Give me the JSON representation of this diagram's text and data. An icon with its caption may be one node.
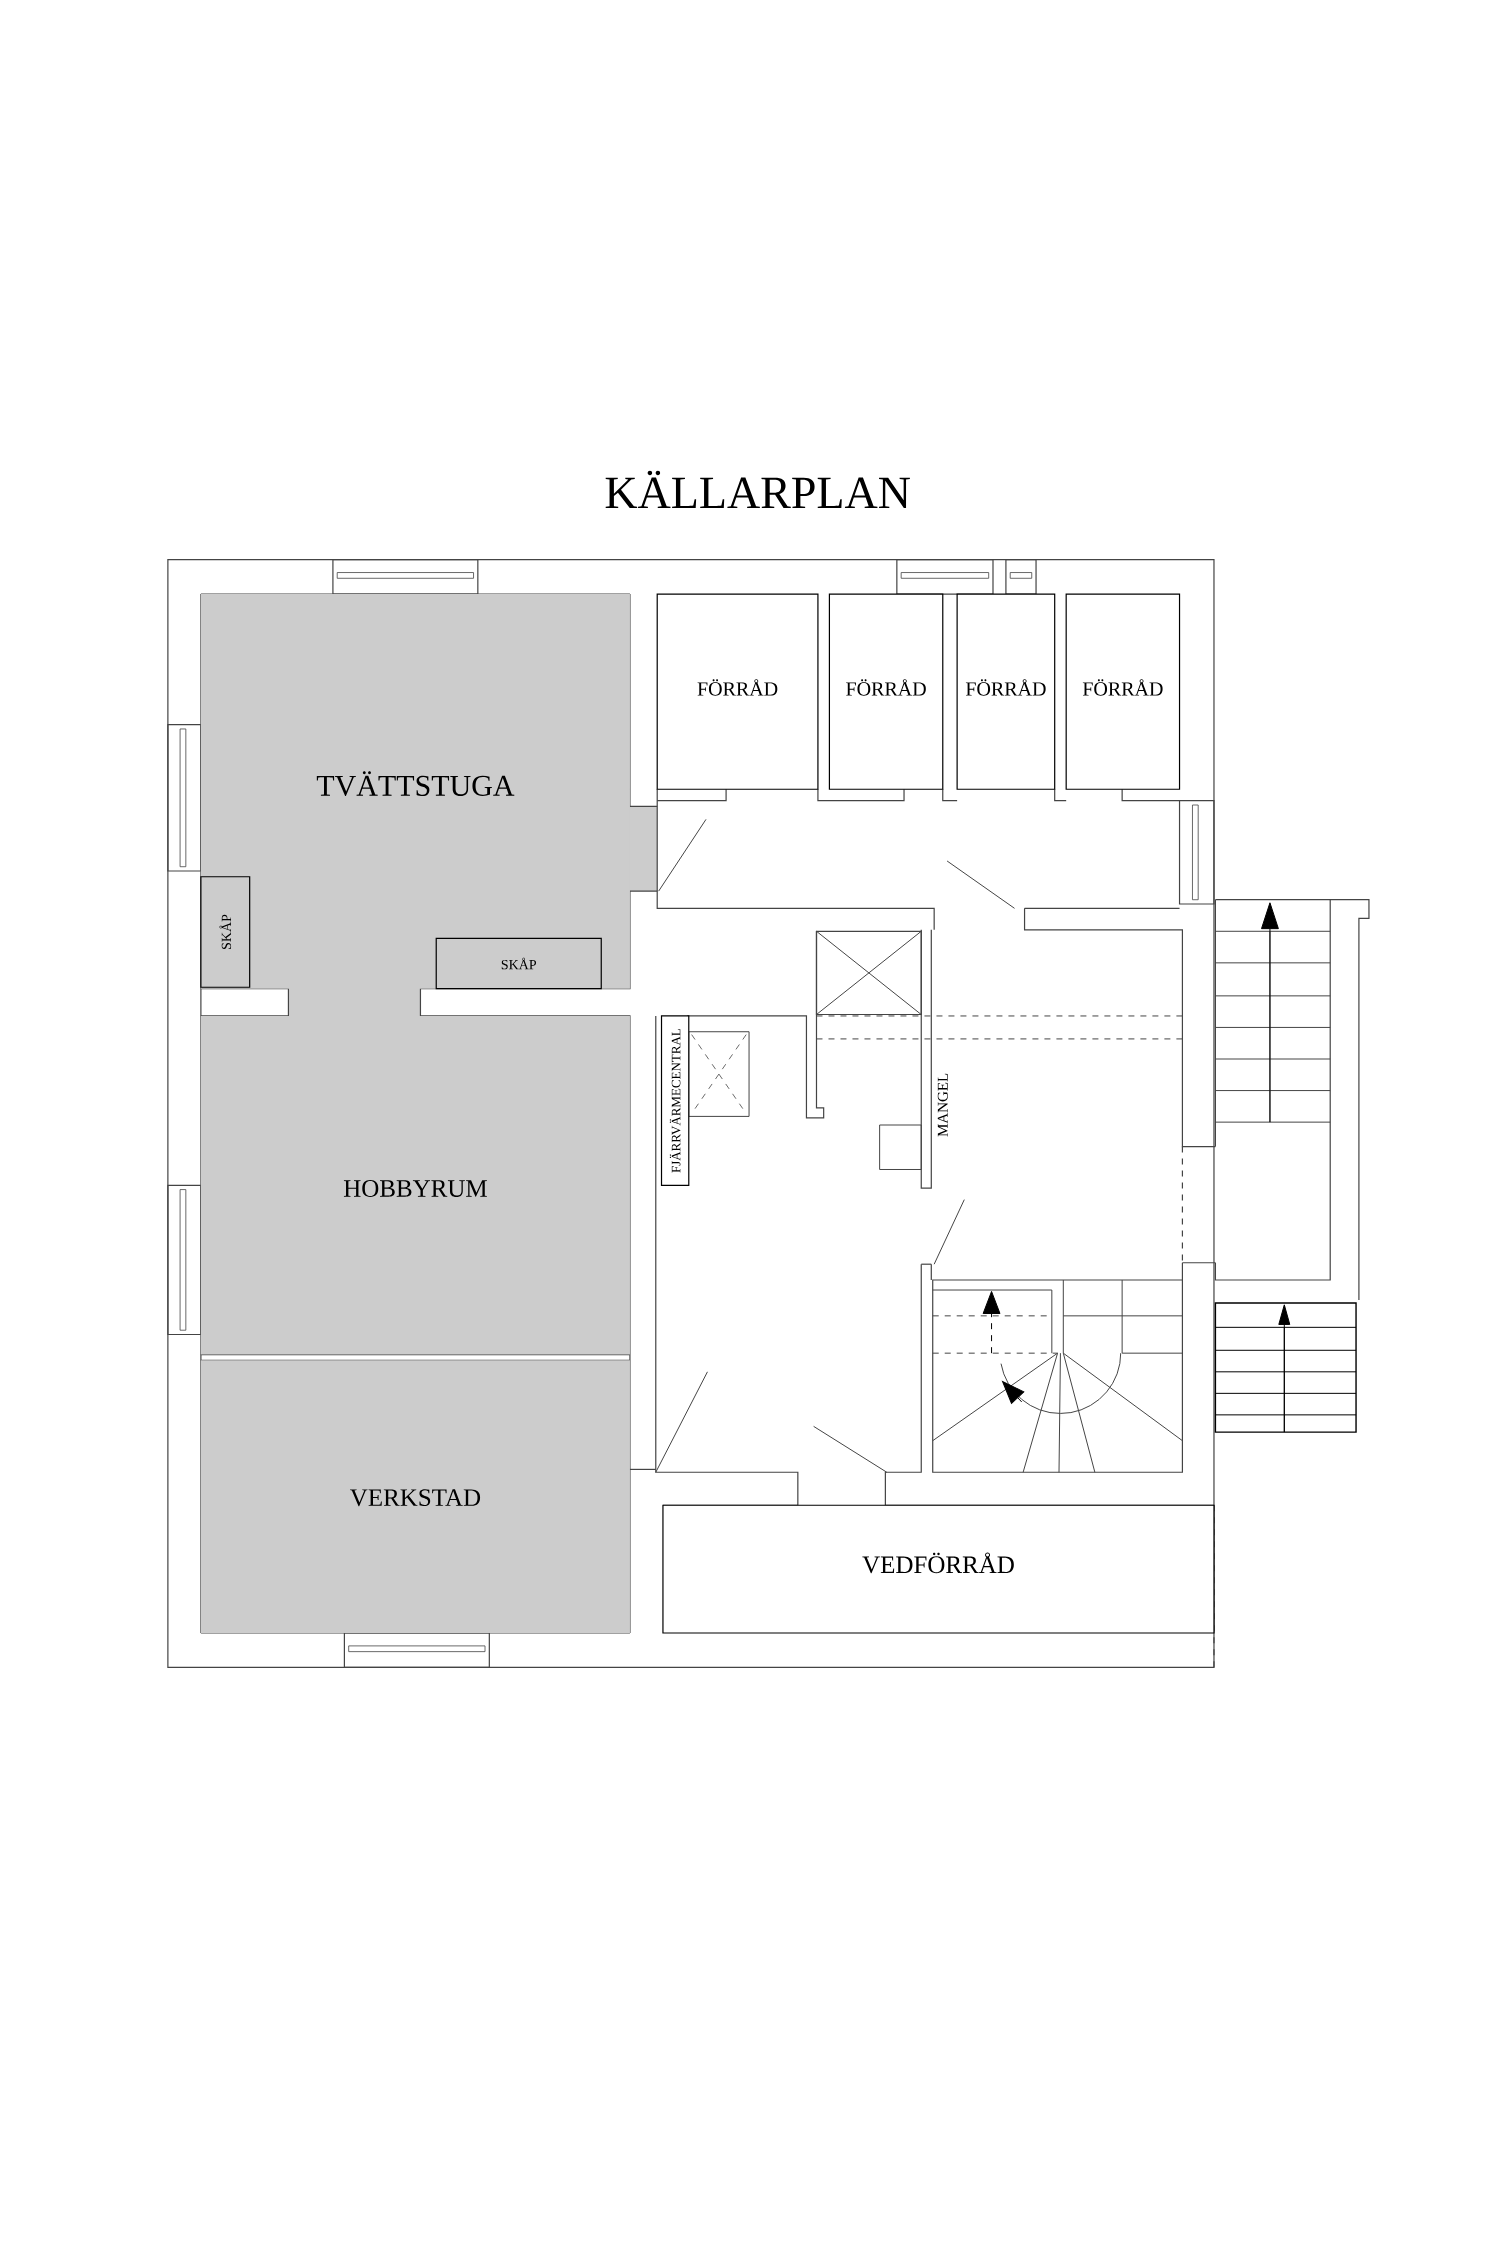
{
  "diagram": {
    "title": "KÄLLARPLAN",
    "nodes": [
      {
        "text": [
          "TVÄTTSTUGA"
        ]
      },
      {
        "text": [
          "HOBBYRUM"
        ]
      },
      {
        "text": [
          "VERKSTAD"
        ]
      },
      {
        "text": [
          "FÖRRÅD"
        ]
      },
      {
        "text": [
          "FÖRRÅD"
        ]
      },
      {
        "text": [
          "FÖRRÅD"
        ]
      },
      {
        "text": [
          "FÖRRÅD"
        ]
      },
      {
        "text": [
          "VEDFÖRRÅD"
        ]
      },
      {
        "text": [
          "SKÅP"
        ],
        "in": 0
      },
      {
        "text": [
          "SKÅP"
        ],
        "in": 0
      },
      {
        "text": [
          "FJÄRRVÄRMECENTRAL"
        ]
      },
      {
        "text": [
          "MANGEL"
        ]
      }
    ]
  }
}
